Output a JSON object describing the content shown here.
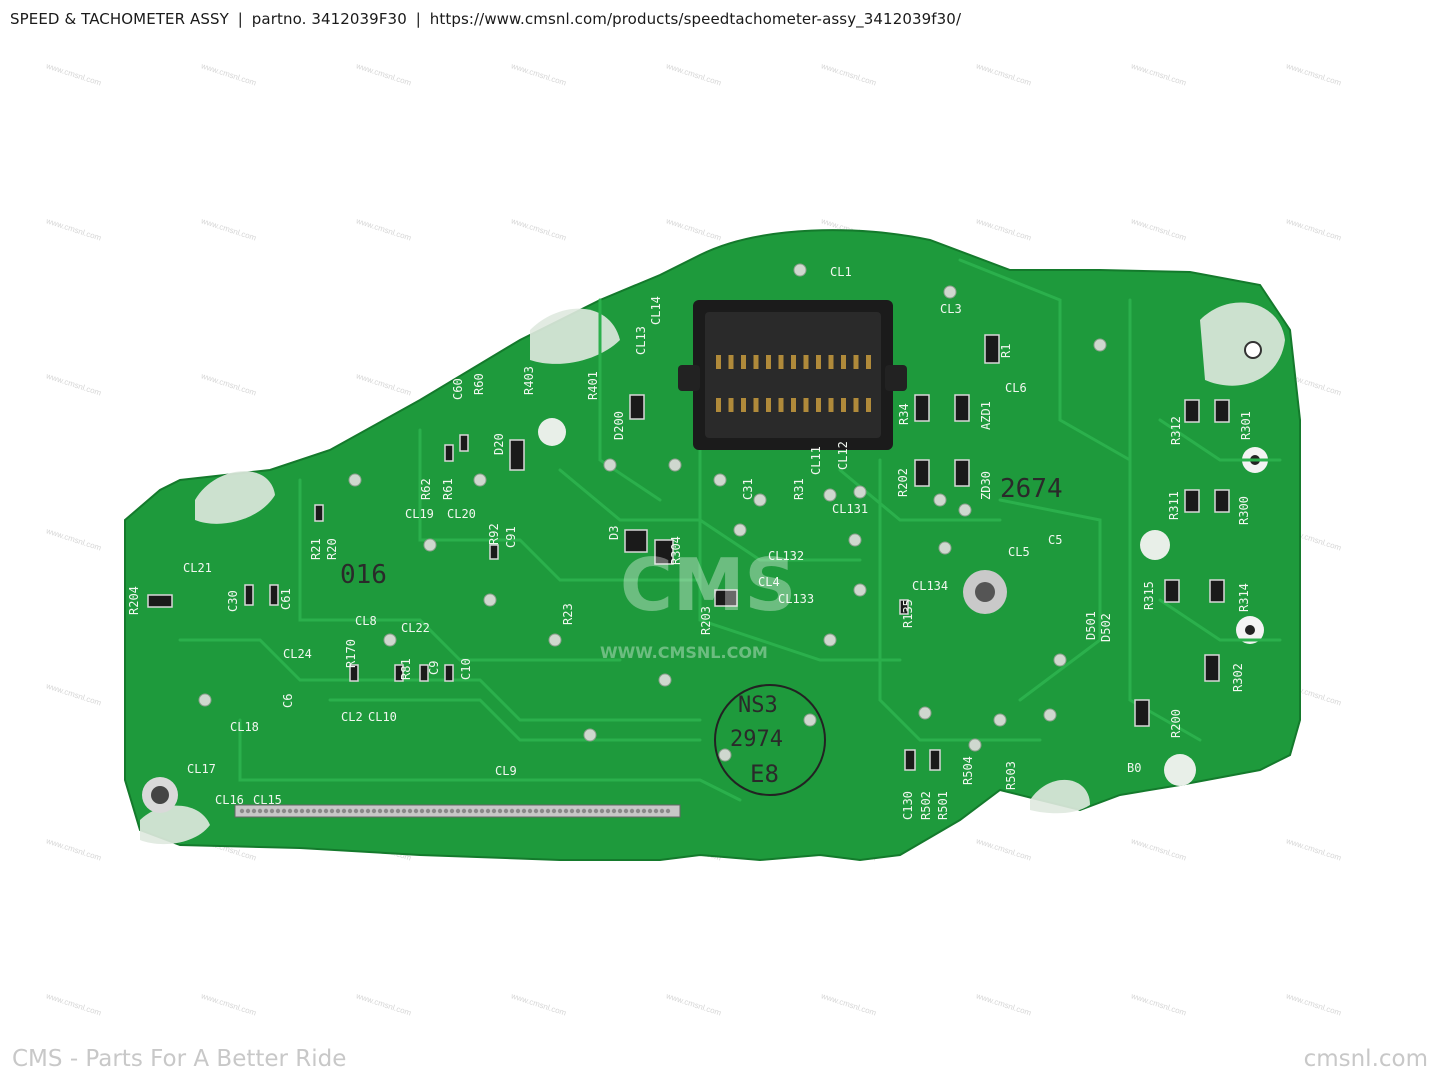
{
  "caption": {
    "title": "SPEED & TACHOMETER ASSY",
    "partno": "partno. 3412039F30",
    "url": "https://www.cmsnl.com/products/speedtachometer-assy_3412039f30/"
  },
  "footer": {
    "left": "CMS - Parts For A Better Ride",
    "right": "cmsnl.com"
  },
  "watermark": {
    "tile": "www.cmsnl.com",
    "center": "CMS",
    "center_url": "WWW.CMSNL.COM"
  },
  "board": {
    "pcb_color": "#1e9a3c",
    "trace_color": "#2bb04c",
    "serial_a": "016",
    "serial_b": "2674",
    "stamp_lines": [
      "NS3",
      "2974",
      "E8"
    ],
    "labels": [
      "CL1",
      "CL3",
      "CL6",
      "R1",
      "CL13",
      "CL14",
      "R403",
      "R401",
      "C60",
      "R60",
      "D200",
      "D20",
      "R34",
      "AZD1",
      "ZD30",
      "R202",
      "CL12",
      "CL11",
      "R31",
      "C31",
      "CL131",
      "CL132",
      "CL133",
      "CL134",
      "CL4",
      "CL5",
      "C5",
      "R62",
      "R61",
      "CL19",
      "CL20",
      "R92",
      "C91",
      "R21",
      "R20",
      "CL21",
      "R204",
      "C30",
      "C61",
      "D3",
      "R304",
      "R203",
      "R23",
      "R135",
      "CL8",
      "CL22",
      "R170",
      "CL24",
      "R81",
      "C9",
      "C10",
      "C6",
      "CL18",
      "CL2",
      "CL10",
      "CL17",
      "CL16",
      "CL15",
      "CL9",
      "R312",
      "R301",
      "R311",
      "R300",
      "R315",
      "R314",
      "R302",
      "R200",
      "D501",
      "D502",
      "B0",
      "C130",
      "R502",
      "R501",
      "R504",
      "R503"
    ]
  }
}
